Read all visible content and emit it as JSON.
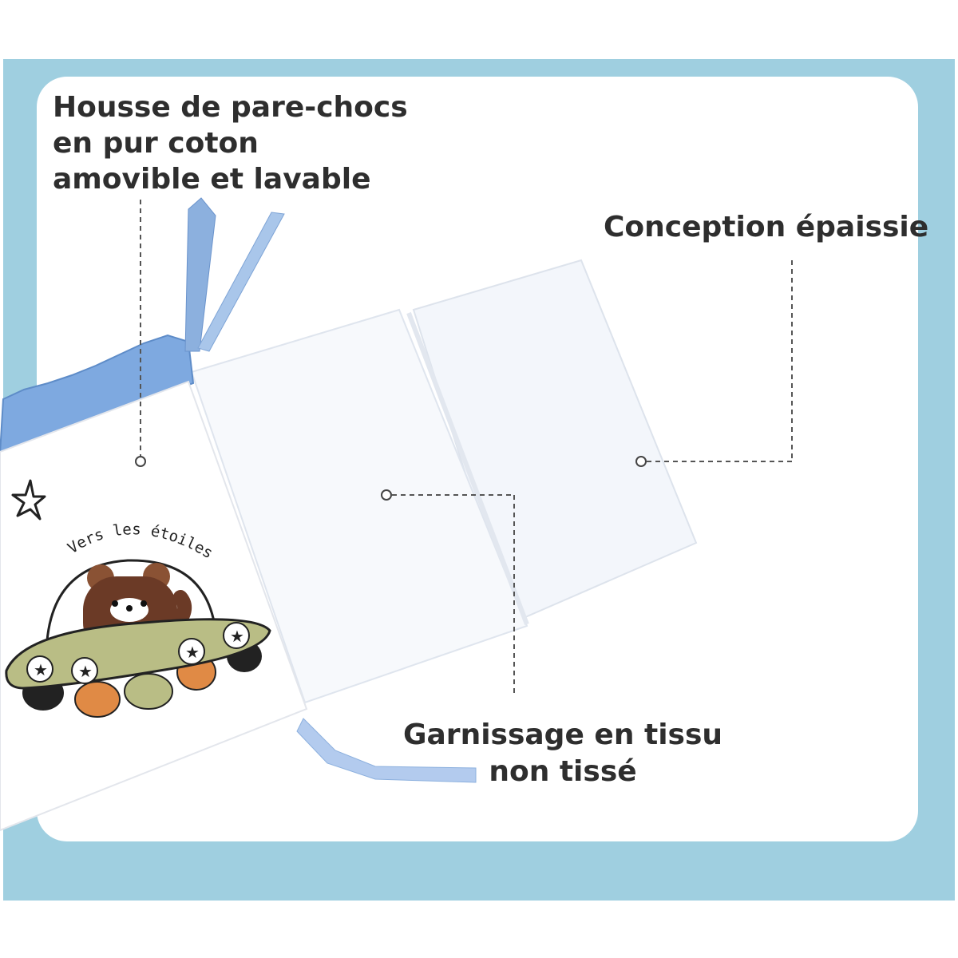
{
  "colors": {
    "frame": "#9fcfe0",
    "card": "#ffffff",
    "label_text": "#2e2e2e",
    "leader_line": "#555555",
    "cover_blue": "#6f9fd8",
    "bear_brown": "#6b3a26",
    "ufo_olive": "#b9bd85",
    "ufo_orange": "#e08a45"
  },
  "callouts": {
    "cover": {
      "line1": "Housse de pare-chocs",
      "line2": "en pur coton",
      "line3": "amovible et lavable"
    },
    "thickness": {
      "text": "Conception épaissie"
    },
    "filling": {
      "line1": "Garnissage en tissu",
      "line2": "non tissé"
    }
  },
  "product": {
    "print_text": "Vers les étoiles",
    "icons": [
      "star-icon",
      "bear-illustration",
      "ufo-illustration"
    ]
  }
}
